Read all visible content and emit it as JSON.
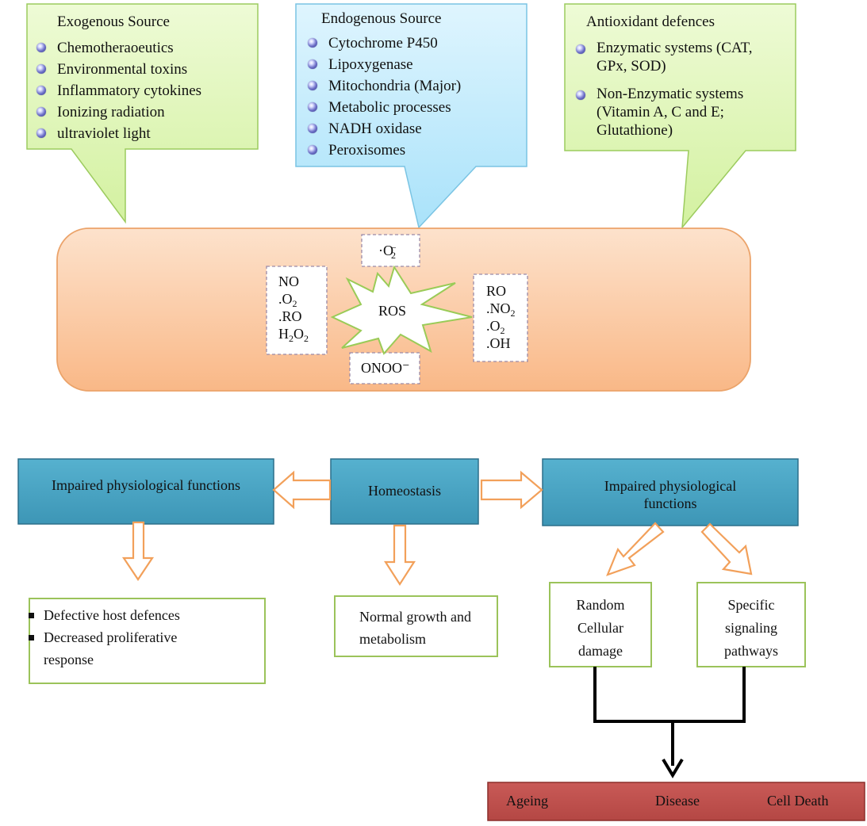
{
  "exogenous": {
    "title": "Exogenous Source",
    "items": [
      "Chemotheraoeutics",
      "Environmental toxins",
      "Inflammatory cytokines",
      "Ionizing radiation",
      "ultraviolet light"
    ]
  },
  "endogenous": {
    "title": "Endogenous Source",
    "items": [
      "Cytochrome P450",
      "Lipoxygenase",
      "Mitochondria (Major)",
      "Metabolic processes",
      "NADH oxidase",
      "Peroxisomes"
    ]
  },
  "antioxidant": {
    "title": "Antioxidant defences",
    "items": [
      "Enzymatic systems (CAT, GPx, SOD)",
      "Non-Enzymatic systems (Vitamin A, C and E; Glutathione)"
    ]
  },
  "ros": {
    "label": "ROS",
    "top_species": "·O",
    "top_sub": "2",
    "top_sup": "–",
    "bottom_species": "ONOO⁻",
    "left": [
      "NO",
      ".O",
      ".RO",
      "H",
      "O"
    ],
    "right": [
      "RO",
      ".NO",
      ".O",
      ".OH"
    ],
    "sub": "2"
  },
  "flow": {
    "left_box": "Impaired physiological functions",
    "center_box": "Homeostasis",
    "right_box": "Impaired physiological functions",
    "left_outcomes": [
      "Defective host defences",
      "Decreased proliferative response"
    ],
    "center_outcome": "Normal growth and metabolism",
    "random_damage": "Random Cellular damage",
    "signaling": "Specific signaling pathways",
    "final": [
      "Ageing",
      "Disease",
      "Cell Death"
    ]
  },
  "colors": {
    "green_fill": "#dcf5b0",
    "green_stroke": "#9ccb5e",
    "blue_fill": "#bfe9fb",
    "blue_stroke": "#7ac4e3",
    "orange_fill": "#fbc9a2",
    "orange_stroke": "#eba36a",
    "teal_fill": "#4aa3c2",
    "teal_stroke": "#2c6f8a",
    "arrow_stroke": "#f2a05a",
    "red_fill": "#c0504d",
    "red_stroke": "#8c2f2c",
    "box_green_stroke": "#9bc35a",
    "dashed": "#9a8aa8"
  }
}
